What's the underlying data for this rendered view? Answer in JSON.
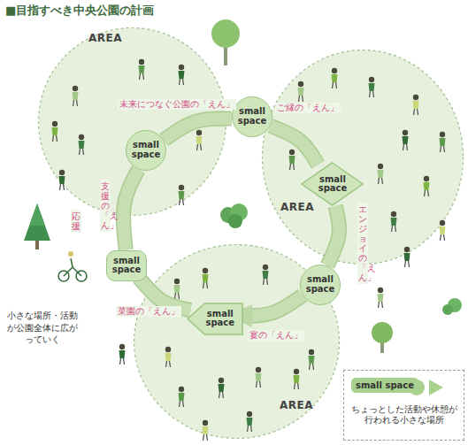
{
  "diagram": {
    "title": "■目指すべき中央公園の計画",
    "nodes": [
      {
        "text": [
          "AREA"
        ]
      },
      {
        "text": [
          "AREA"
        ]
      },
      {
        "text": [
          "AREA"
        ]
      },
      {
        "text": [
          "small space"
        ],
        "in": 0
      },
      {
        "text": [
          "small space"
        ]
      },
      {
        "text": [
          "small space"
        ],
        "in": 1
      },
      {
        "text": [
          "small space"
        ]
      },
      {
        "text": [
          "small space"
        ],
        "in": 2
      },
      {
        "text": [
          "small space"
        ]
      }
    ],
    "edges": [
      {
        "from": 3,
        "to": 4,
        "label": "未来につなぐ公園の「えん」",
        "arrow": "none"
      },
      {
        "from": 4,
        "to": 5,
        "label": "ご縁の「えん」",
        "arrow": "none"
      },
      {
        "from": 5,
        "to": 6,
        "label": "エンジョイの「えん」",
        "arrow": "none"
      },
      {
        "from": 6,
        "to": 7,
        "label": "宴の「えん」",
        "arrow": "to"
      },
      {
        "from": 7,
        "to": 8,
        "label": "菜園の「えん」",
        "arrow": "none"
      },
      {
        "from": 8,
        "to": 3,
        "label": "支援の「えん」",
        "arrow": "none"
      }
    ],
    "labels": [
      "応援",
      "小さな場所・活動が公園全体に広がっていく",
      "small space"
    ],
    "legend": [
      {
        "text": "ちょっとした活動や休憩が行われる小さな場所"
      }
    ]
  }
}
